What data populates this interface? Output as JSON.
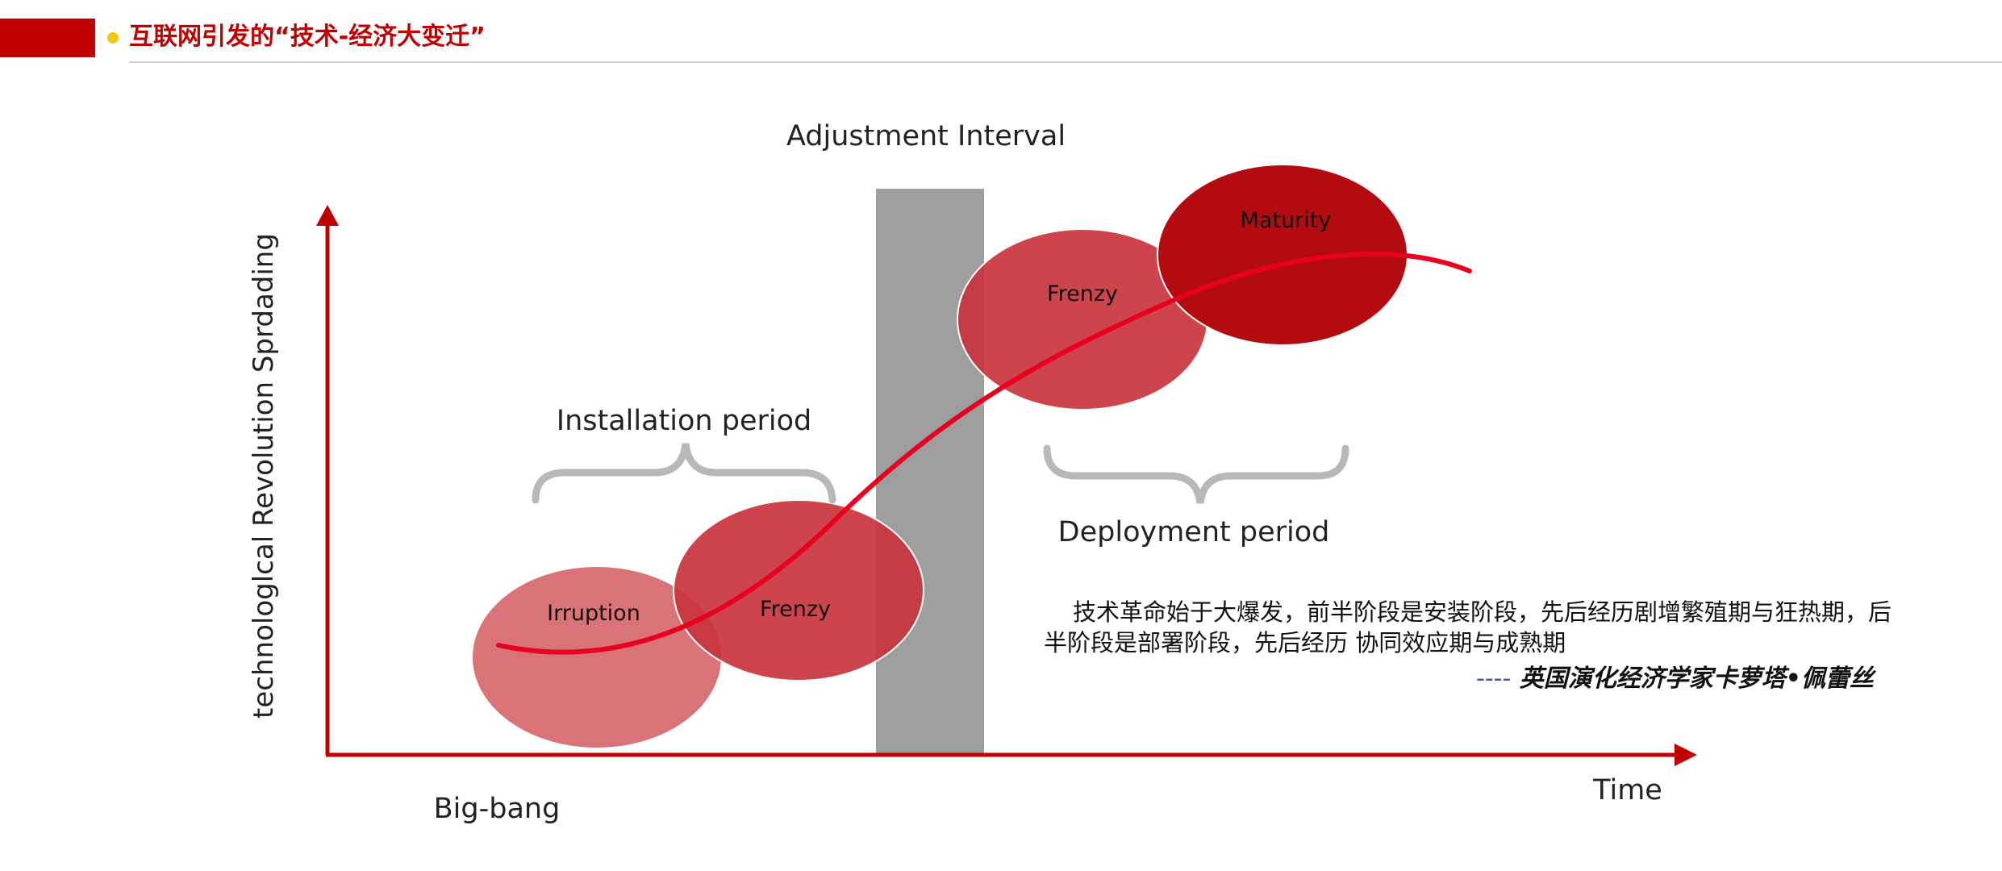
{
  "header": {
    "title": "互联网引发的“技术-经济大变迁”",
    "accent_color": "#c00000",
    "dot_color": "#f5c518"
  },
  "diagram": {
    "top_label": "Adjustment Interval",
    "y_axis_label": "technologlcal Revolution Sprdading",
    "x_axis_label": "Time",
    "origin_label": "Big-bang",
    "installation_label": "Installation period",
    "deployment_label": "Deployment period",
    "phases": [
      {
        "label": "Irruption",
        "color": "#d7676b"
      },
      {
        "label": "Frenzy",
        "color": "#c9343d"
      },
      {
        "label": "Frenzy",
        "color": "#c9343d"
      },
      {
        "label": "Maturity",
        "color": "#b40b11"
      }
    ],
    "curve_color": "#e8001c",
    "axis_color": "#c00000",
    "interval_color": "#9e9e9e",
    "brace_color": "#b8b8b8"
  },
  "quote": {
    "text": "技术革命始于大爆发，前半阶段是安装阶段，先后经历剧增繁殖期与狂热期，后半阶段是部署阶段，先后经历 协同效应期与成熟期",
    "attribution_prefix": "----",
    "attribution": "英国演化经济学家卡萝塔•佩蕾丝"
  }
}
